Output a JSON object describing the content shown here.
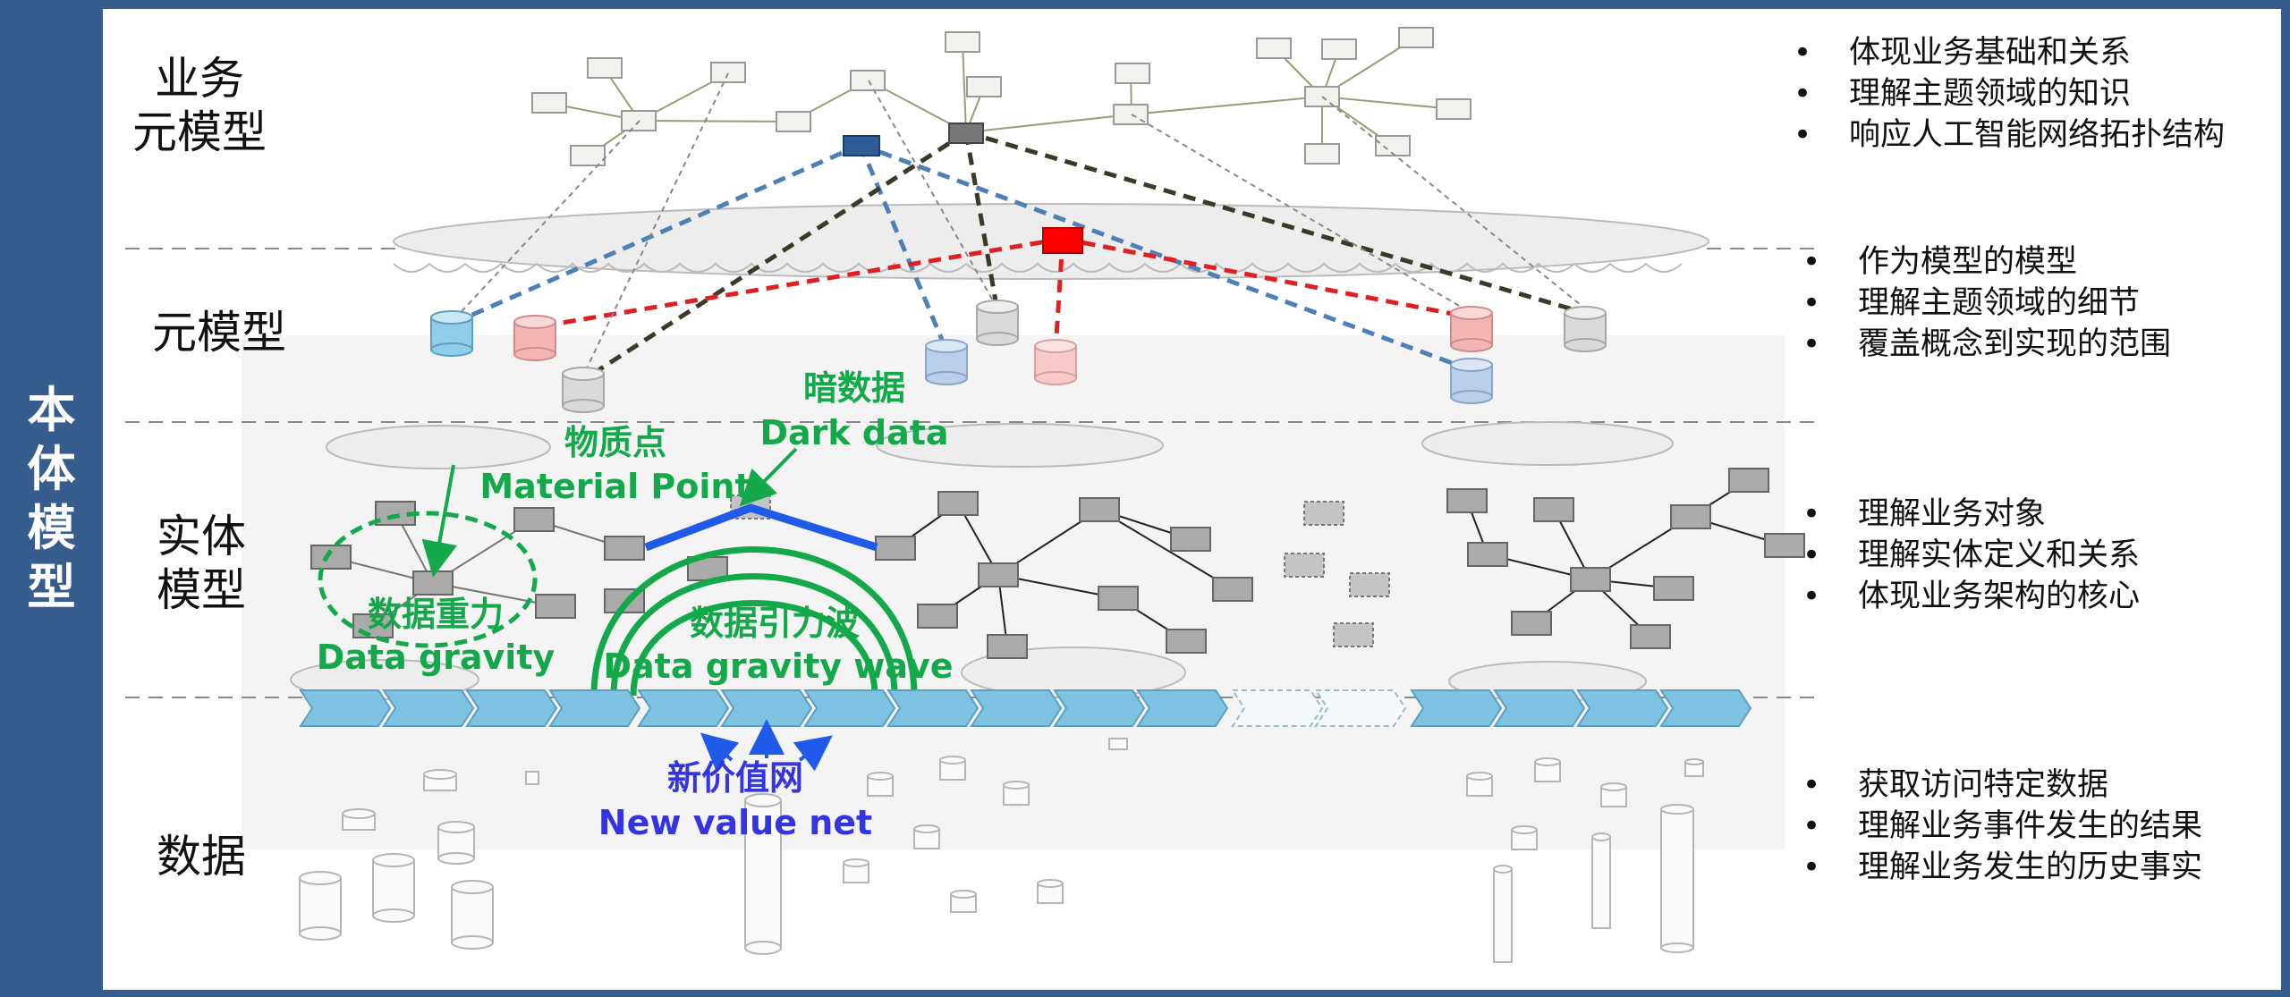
{
  "side_title": "本体模型",
  "layers": [
    {
      "id": "business_meta",
      "label": "业务\n元模型",
      "bullets": [
        "体现业务基础和关系",
        "理解主题领域的知识",
        "响应人工智能网络拓扑结构"
      ]
    },
    {
      "id": "meta",
      "label": "元模型",
      "bullets": [
        "作为模型的模型",
        "理解主题领域的细节",
        "覆盖概念到实现的范围"
      ]
    },
    {
      "id": "entity",
      "label": "实体\n模型",
      "bullets": [
        "理解业务对象",
        "理解实体定义和关系",
        "体现业务架构的核心"
      ]
    },
    {
      "id": "data",
      "label": "数据",
      "bullets": [
        "获取访问特定数据",
        "理解业务事件发生的结果",
        "理解业务发生的历史事实"
      ]
    }
  ],
  "annotations": {
    "dark_data_cn": "暗数据",
    "dark_data_en": "Dark data",
    "material_point_cn": "物质点",
    "material_point_en": "Material Point",
    "gravity_cn": "数据重力",
    "gravity_en": "Data gravity",
    "wave_cn": "数据引力波",
    "wave_en": "Data gravity wave",
    "value_net_cn": "新价值网",
    "value_net_en": "New value net"
  },
  "colors": {
    "frame": "#375C8E",
    "green": "#13A84A",
    "blue_line": "#1F5BE8",
    "value_net_text": "#3434E0",
    "red_node": "#FF0000",
    "chevron": "#7FC3E3"
  }
}
